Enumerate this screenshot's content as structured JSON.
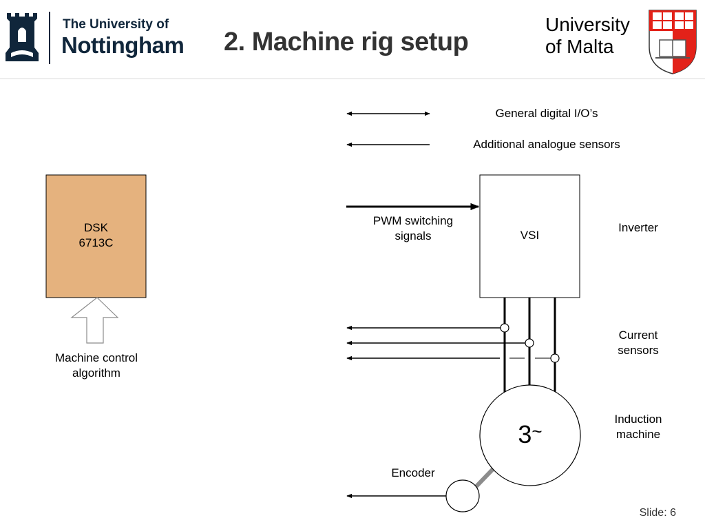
{
  "header": {
    "title": "2. Machine rig setup",
    "left_logo": {
      "line1": "The University of",
      "line2": "Nottingham",
      "icon": "castle-crest-icon",
      "color": "#10263b"
    },
    "right_logo": {
      "line1": "University",
      "line2": "of Malta",
      "icon": "university-shield-icon",
      "colors": [
        "#e32219",
        "#ffffff"
      ]
    }
  },
  "diagram": {
    "legend": {
      "bidirectional_label": "General digital I/O’s",
      "unidirectional_label": "Additional analogue sensors"
    },
    "dsk_block": {
      "line1": "DSK",
      "line2": "6713C",
      "fill": "#e5b27e"
    },
    "control_label": {
      "line1": "Machine control",
      "line2": "algorithm"
    },
    "pwm_label": {
      "line1": "PWM switching",
      "line2": "signals"
    },
    "vsi_block": {
      "label": "VSI"
    },
    "inverter_label": "Inverter",
    "current_sensors_label": {
      "line1": "Current",
      "line2": "sensors"
    },
    "motor": {
      "label": "3",
      "symbol": "~"
    },
    "induction_label": {
      "line1": "Induction",
      "line2": "machine"
    },
    "encoder_label": "Encoder"
  },
  "footer": {
    "slide_label": "Slide: 6"
  }
}
